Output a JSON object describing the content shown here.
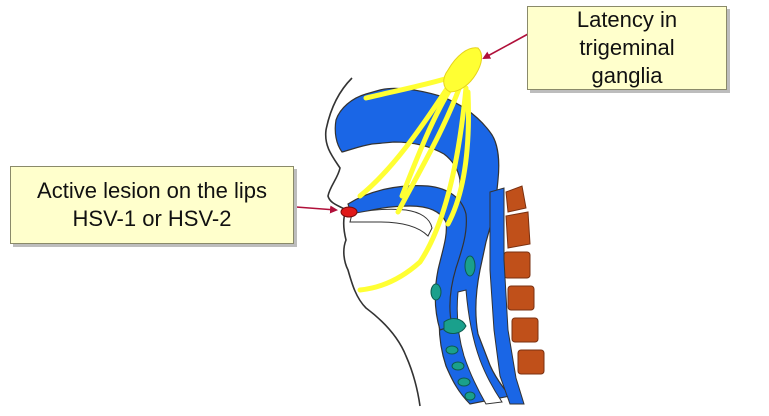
{
  "labels": {
    "lesion": {
      "line1": "Active lesion on the lips",
      "line2": "HSV-1 or HSV-2"
    },
    "latency": {
      "line1": "Latency in trigeminal",
      "line2": "ganglia"
    }
  },
  "colors": {
    "background": "#ffffff",
    "label_fill": "#ffffcc",
    "label_border": "#8a8a6a",
    "arrow": "#b0103a",
    "nerve": "#ffff33",
    "airway": "#1a66e6",
    "vertebrae": "#c0501a",
    "cartilage": "#1aa08c",
    "lesion": "#e01a1a",
    "outline": "#333333"
  },
  "icons": {
    "arrow": "arrow-icon",
    "head": "head-sagittal-illustration"
  }
}
